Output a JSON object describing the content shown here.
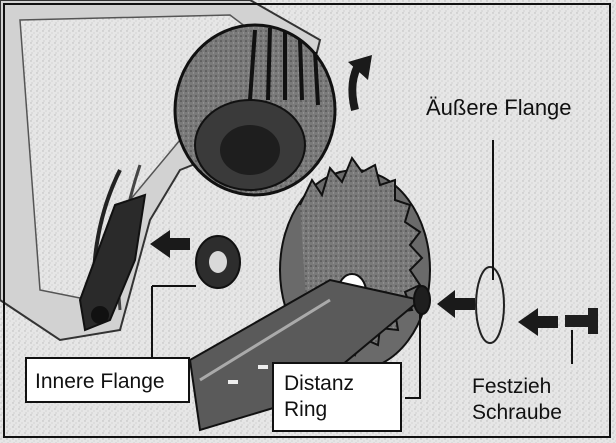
{
  "labels": {
    "outer_flange": "Äußere Flange",
    "inner_flange": "Innere Flange",
    "spacer_ring_line1": "Distanz",
    "spacer_ring_line2": "Ring",
    "clamp_screw_line1": "Festzieh",
    "clamp_screw_line2": "Schraube"
  },
  "colors": {
    "background": "#e9e9e9",
    "housing": "#d6d6d6",
    "dark": "#222222",
    "arrow": "#1a1a1a",
    "label_box": "#ffffff"
  }
}
